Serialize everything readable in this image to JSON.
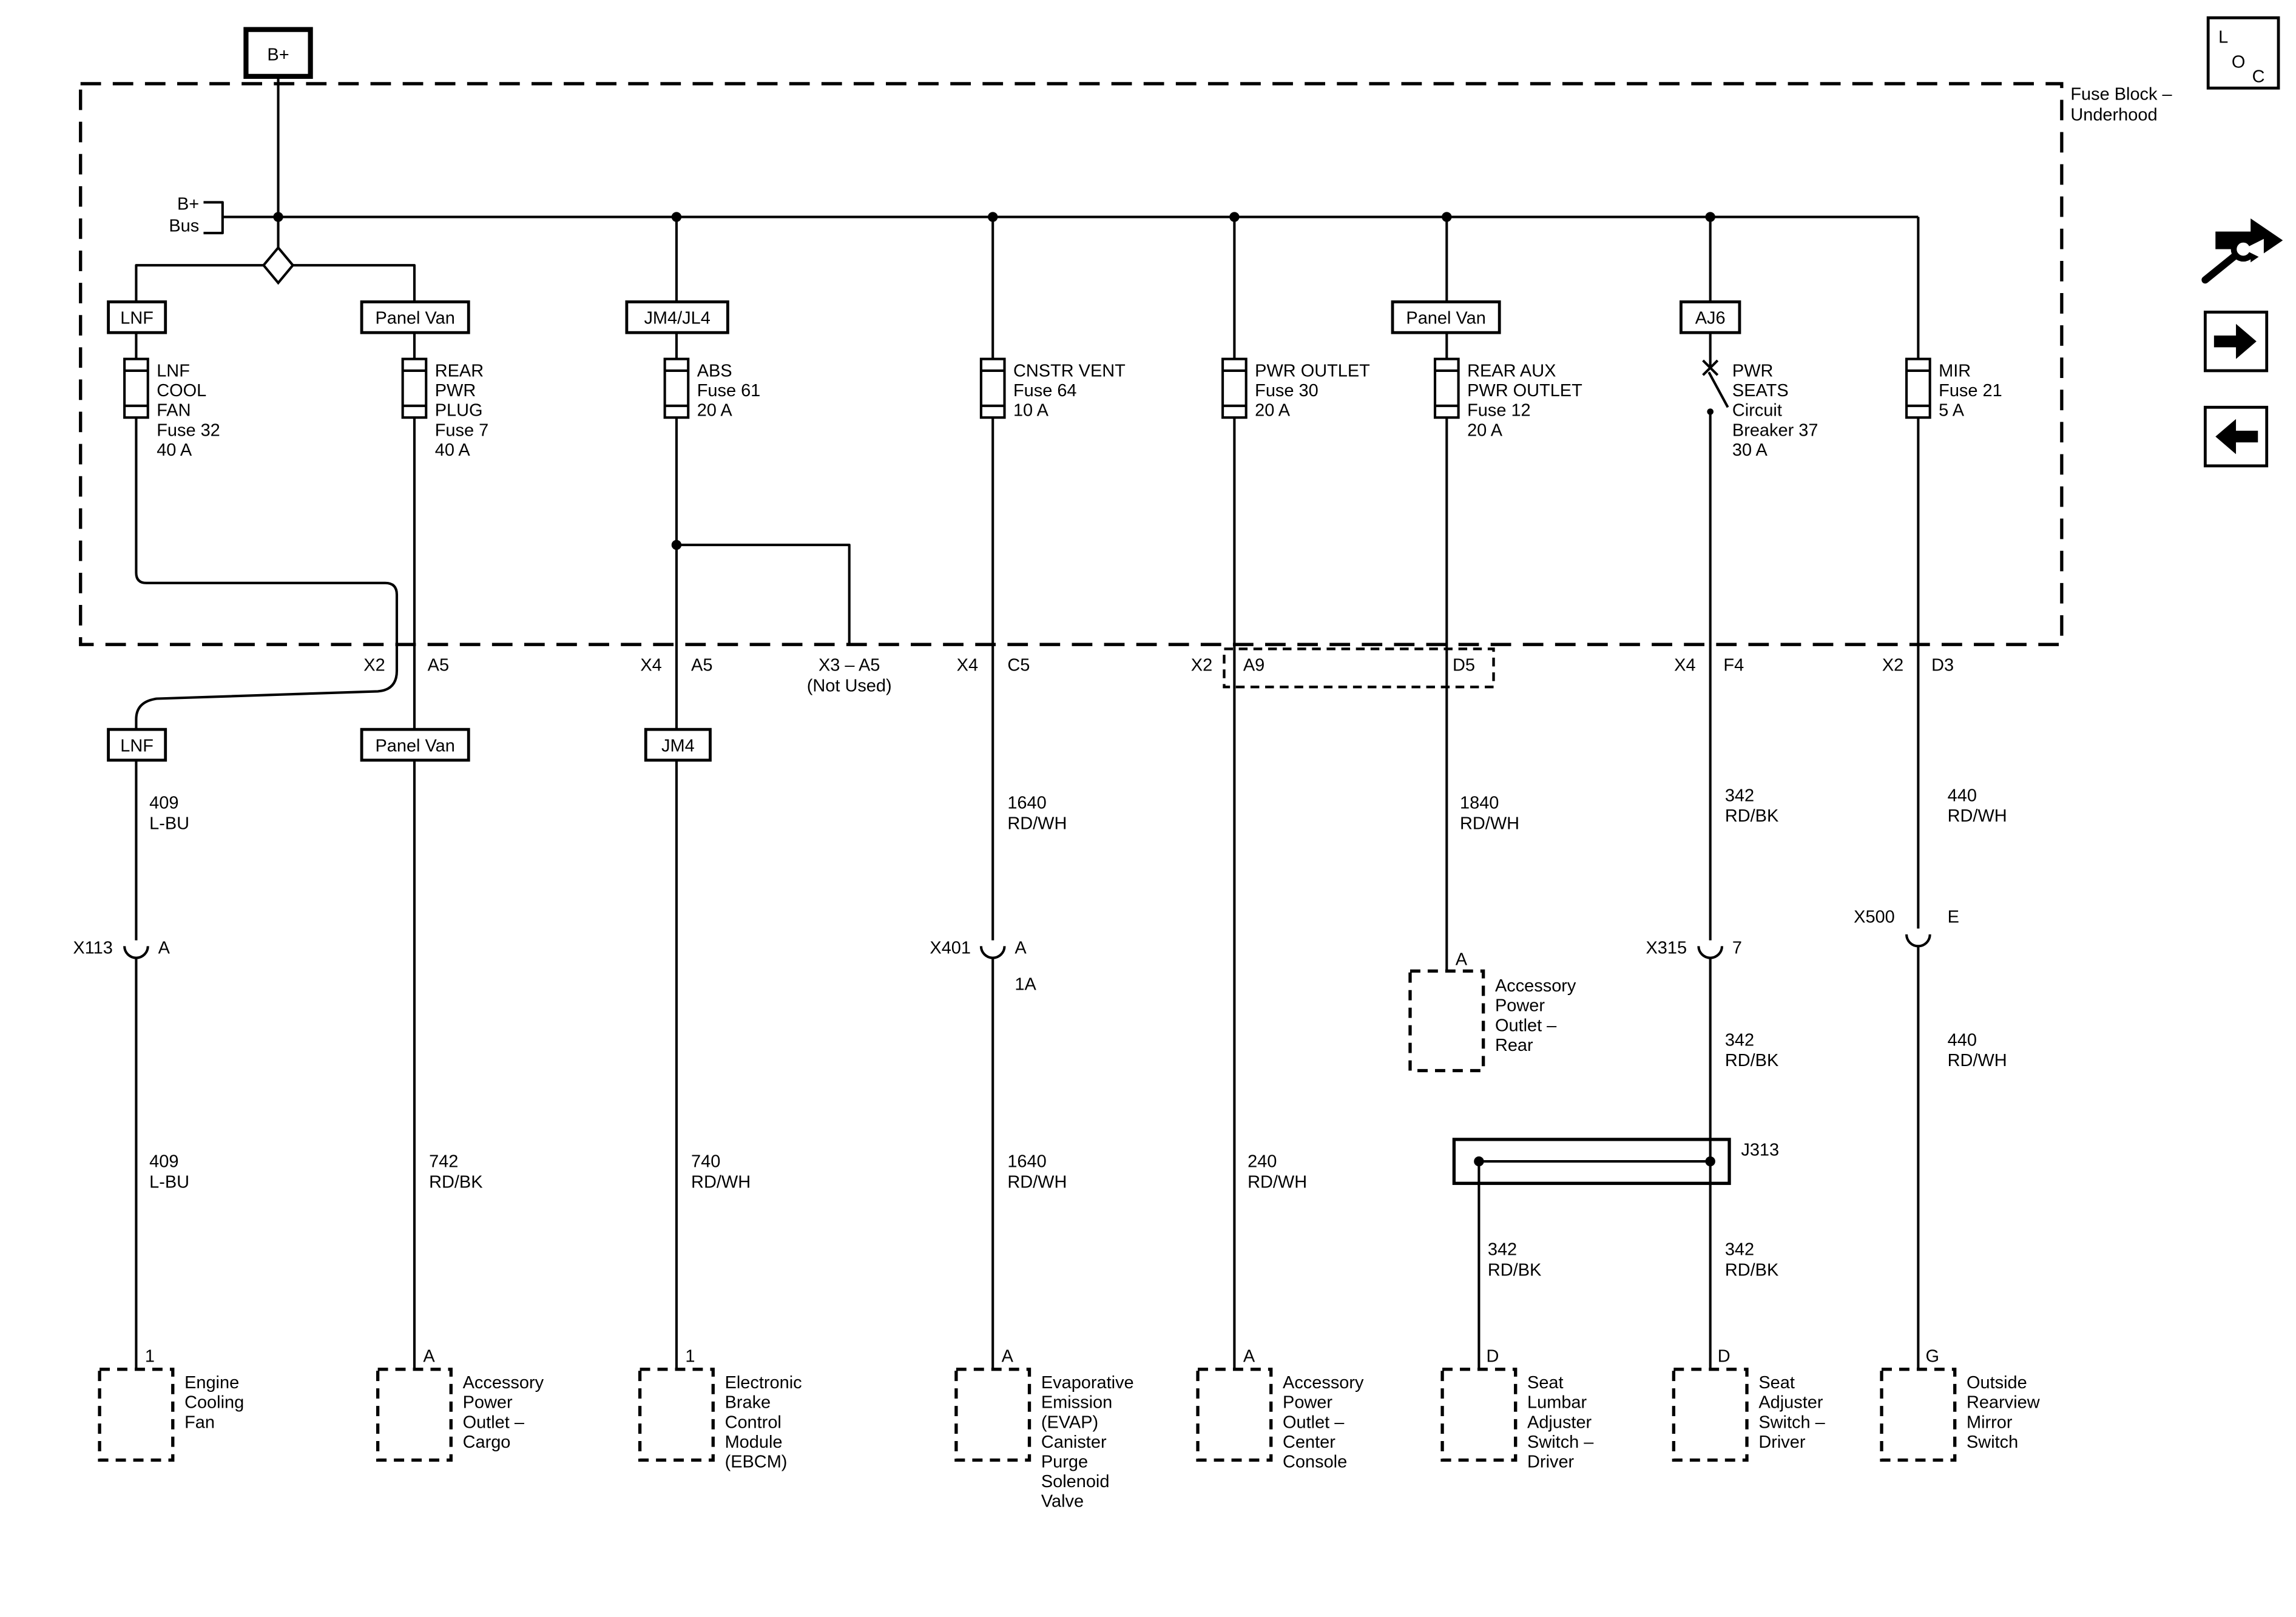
{
  "colors": {
    "ink": "#000000",
    "paper": "#ffffff"
  },
  "header": {
    "power_source": "B+",
    "bus_label_lines": [
      "B+",
      "Bus"
    ],
    "block_title_lines": [
      "Fuse Block –",
      "Underhood"
    ],
    "loc_letters": [
      "L",
      "O",
      "C"
    ]
  },
  "option_tags": {
    "top": [
      "LNF",
      "Panel Van",
      "JM4/JL4",
      "Panel Van",
      "AJ6"
    ],
    "bottom": [
      "LNF",
      "Panel Van",
      "JM4"
    ]
  },
  "protection": [
    {
      "lines": [
        "LNF",
        "COOL",
        "FAN",
        "Fuse 32",
        "40 A"
      ]
    },
    {
      "lines": [
        "REAR",
        "PWR",
        "PLUG",
        "Fuse 7",
        "40 A"
      ]
    },
    {
      "lines": [
        "ABS",
        "Fuse 61",
        "20 A"
      ]
    },
    {
      "lines": [
        "CNSTR VENT",
        "Fuse 64",
        "10 A"
      ]
    },
    {
      "lines": [
        "PWR OUTLET",
        "Fuse 30",
        "20 A"
      ]
    },
    {
      "lines": [
        "REAR AUX",
        "PWR OUTLET",
        "Fuse 12",
        "20 A"
      ]
    },
    {
      "lines": [
        "PWR",
        "SEATS",
        "Circuit",
        "Breaker 37",
        "30 A"
      ]
    },
    {
      "lines": [
        "MIR",
        "Fuse 21",
        "5 A"
      ]
    }
  ],
  "boundary_pins": [
    {
      "conn": "X2",
      "pin": "A5"
    },
    {
      "conn": "X4",
      "pin": "A5"
    },
    {
      "note_lines": [
        "X3 – A5",
        "(Not Used)"
      ]
    },
    {
      "conn": "X4",
      "pin": "C5"
    },
    {
      "conn": "X2",
      "pin": "A9"
    },
    {
      "pin": "D5"
    },
    {
      "conn": "X4",
      "pin": "F4"
    },
    {
      "conn": "X2",
      "pin": "D3"
    }
  ],
  "inline_connectors": [
    {
      "label": "X113",
      "pin": "A"
    },
    {
      "label": "X401",
      "pin": "A",
      "sub": "1A"
    },
    {
      "label": "X315",
      "pin": "7"
    },
    {
      "label": "X500",
      "pin": "E"
    }
  ],
  "splice": {
    "label": "J313"
  },
  "wire_labels": [
    {
      "lines": [
        "409",
        "L-BU"
      ]
    },
    {
      "lines": [
        "409",
        "L-BU"
      ]
    },
    {
      "lines": [
        "742",
        "RD/BK"
      ]
    },
    {
      "lines": [
        "740",
        "RD/WH"
      ]
    },
    {
      "lines": [
        "1640",
        "RD/WH"
      ]
    },
    {
      "lines": [
        "1640",
        "RD/WH"
      ]
    },
    {
      "lines": [
        "240",
        "RD/WH"
      ]
    },
    {
      "lines": [
        "1840",
        "RD/WH"
      ]
    },
    {
      "lines": [
        "342",
        "RD/BK"
      ]
    },
    {
      "lines": [
        "342",
        "RD/BK"
      ]
    },
    {
      "lines": [
        "342",
        "RD/BK"
      ]
    },
    {
      "lines": [
        "342",
        "RD/BK"
      ]
    },
    {
      "lines": [
        "440",
        "RD/WH"
      ]
    },
    {
      "lines": [
        "440",
        "RD/WH"
      ]
    }
  ],
  "components": {
    "rear_outlet": {
      "pin": "A",
      "lines": [
        "Accessory",
        "Power",
        "Outlet –",
        "Rear"
      ]
    },
    "bottom": [
      {
        "pin": "1",
        "lines": [
          "Engine",
          "Cooling",
          "Fan"
        ]
      },
      {
        "pin": "A",
        "lines": [
          "Accessory",
          "Power",
          "Outlet –",
          "Cargo"
        ]
      },
      {
        "pin": "1",
        "lines": [
          "Electronic",
          "Brake",
          "Control",
          "Module",
          "(EBCM)"
        ]
      },
      {
        "pin": "A",
        "lines": [
          "Evaporative",
          "Emission",
          "(EVAP)",
          "Canister",
          "Purge",
          "Solenoid",
          "Valve"
        ]
      },
      {
        "pin": "A",
        "lines": [
          "Accessory",
          "Power",
          "Outlet –",
          "Center",
          "Console"
        ]
      },
      {
        "pin": "D",
        "lines": [
          "Seat",
          "Lumbar",
          "Adjuster",
          "Switch –",
          "Driver"
        ]
      },
      {
        "pin": "D",
        "lines": [
          "Seat",
          "Adjuster",
          "Switch –",
          "Driver"
        ]
      },
      {
        "pin": "G",
        "lines": [
          "Outside",
          "Rearview",
          "Mirror",
          "Switch"
        ]
      }
    ]
  }
}
